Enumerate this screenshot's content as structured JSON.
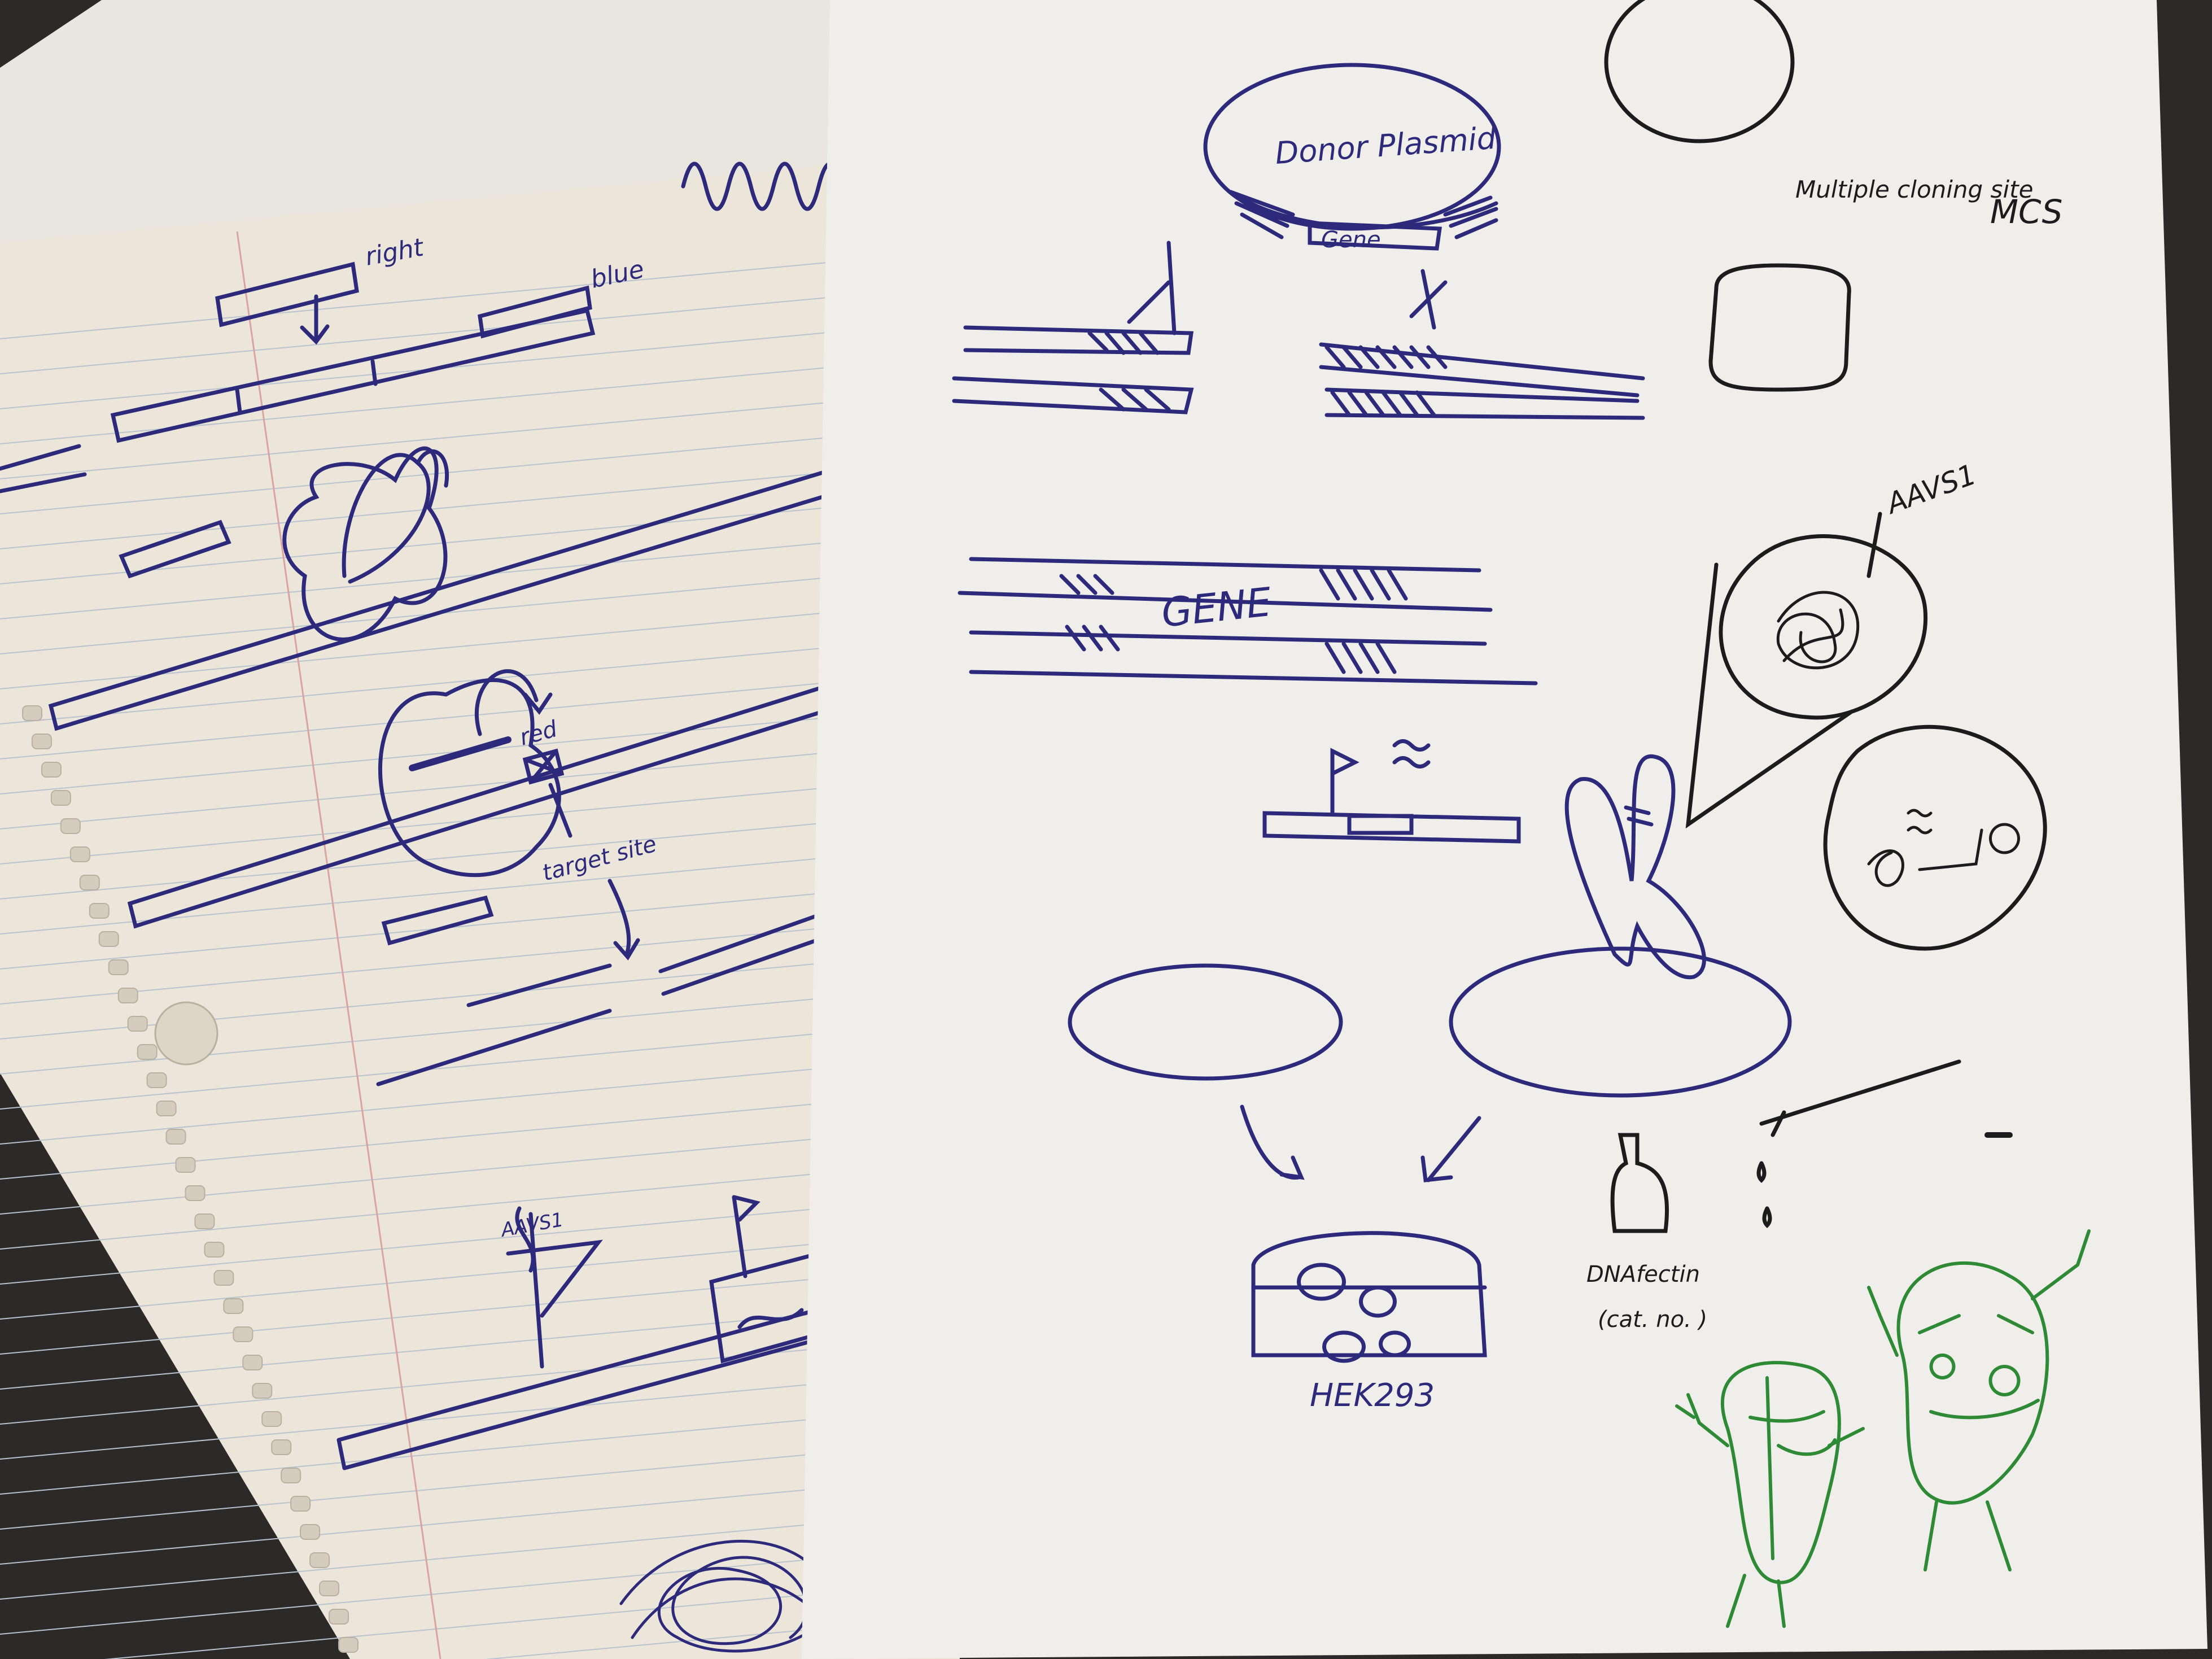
{
  "colors": {
    "background": "#2b2a28",
    "back_paper": "#e9e6df",
    "notebook_paper": "#ece6da",
    "front_paper": "#efeeea",
    "rule_line": "#b9c3cf",
    "margin_line": "#d9a3a3",
    "blue_ink": "#2d2a7c",
    "black_ink": "#1c1c1c",
    "green_ink": "#2f8a35"
  },
  "left_sheet": {
    "labels": {
      "right": "right",
      "blue": "blue",
      "red": "red",
      "target_site": "target site",
      "aavs1": "AAVS1"
    }
  },
  "right_sheet": {
    "labels": {
      "donor_plasmid": "Donor Plasmid",
      "gene": "Gene",
      "gene_insert": "GENE",
      "multiple_cloning_site": "Multiple cloning site",
      "mcs": "MCS",
      "aavs1": "AAVS1",
      "dnafectin": "DNAfectin",
      "cat_no": "(cat. no. )",
      "hek293": "HEK293"
    }
  }
}
